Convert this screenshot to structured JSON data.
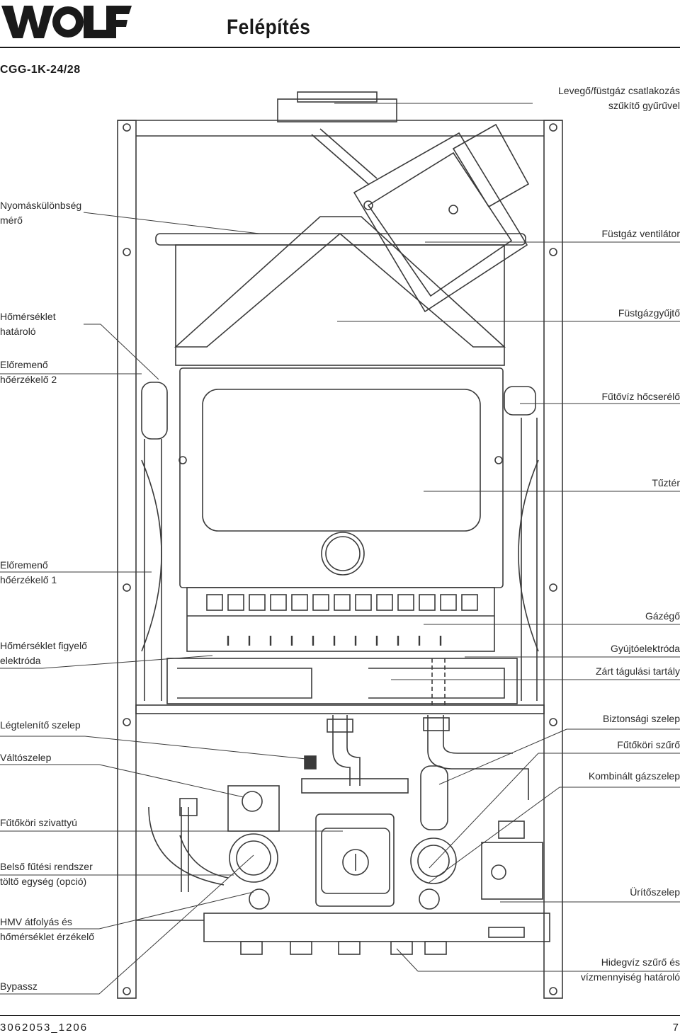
{
  "header": {
    "logo_text": "WOLF",
    "title": "Felépítés",
    "model": "CGG-1K-24/28"
  },
  "labels_left": [
    {
      "id": "nyomaskulonbseg-mero",
      "text": "Nyomáskülönbség\nmérő"
    },
    {
      "id": "homerseklet-hatarolo",
      "text": "Hőmérséklet\nhatároló"
    },
    {
      "id": "eloremeno-hoerzekelo-2",
      "text": "Előremenő\nhőérzékelő 2"
    },
    {
      "id": "eloremeno-hoerzekelo-1",
      "text": "Előremenő\nhőérzékelő 1"
    },
    {
      "id": "homerseklet-figyelo-elektroda",
      "text": "Hőmérséklet figyelő\nelektróda"
    },
    {
      "id": "legtelenito-szelep",
      "text": "Légtelenítő szelep"
    },
    {
      "id": "valtoszelep",
      "text": "Váltószelep"
    },
    {
      "id": "futokori-szivattyu",
      "text": "Fűtőköri szivattyú"
    },
    {
      "id": "belso-futesi-rendszer",
      "text": "Belső fűtési rendszer\ntöltő egység (opció)"
    },
    {
      "id": "hmv-atfolyas",
      "text": "HMV átfolyás és\nhőmérséklet érzékelő"
    },
    {
      "id": "bypassz",
      "text": "Bypassz"
    }
  ],
  "labels_right": [
    {
      "id": "levego-fustgaz-csatlakozas",
      "text": "Levegő/füstgáz csatlakozás\nszűkítő gyűrűvel"
    },
    {
      "id": "fustgaz-ventilator",
      "text": "Füstgáz ventilátor"
    },
    {
      "id": "fustgazgyujto",
      "text": "Füstgázgyűjtő"
    },
    {
      "id": "futoviz-hocserelo",
      "text": "Fűtővíz hőcserélő"
    },
    {
      "id": "tuzter",
      "text": "Tűztér"
    },
    {
      "id": "gazego",
      "text": "Gázégő"
    },
    {
      "id": "gyujtoelektroda",
      "text": "Gyújtóelektróda"
    },
    {
      "id": "zart-tagulasi-tartaly",
      "text": "Zárt tágulási tartály"
    },
    {
      "id": "biztonsagi-szelep",
      "text": "Biztonsági szelep"
    },
    {
      "id": "futokori-szuro",
      "text": "Fűtőköri szűrő"
    },
    {
      "id": "kombinalt-gazszelep",
      "text": "Kombinált gázszelep"
    },
    {
      "id": "uritoszelep",
      "text": "Ürítőszelep"
    },
    {
      "id": "hidegviz-szuro",
      "text": "Hidegvíz szűrő és\nvízmennyiség határoló"
    }
  ],
  "footer": {
    "doc_number": "3062053_1206",
    "page_number": "7"
  },
  "colors": {
    "ink": "#1a1a1a",
    "drawing": "#3a3a3a"
  }
}
